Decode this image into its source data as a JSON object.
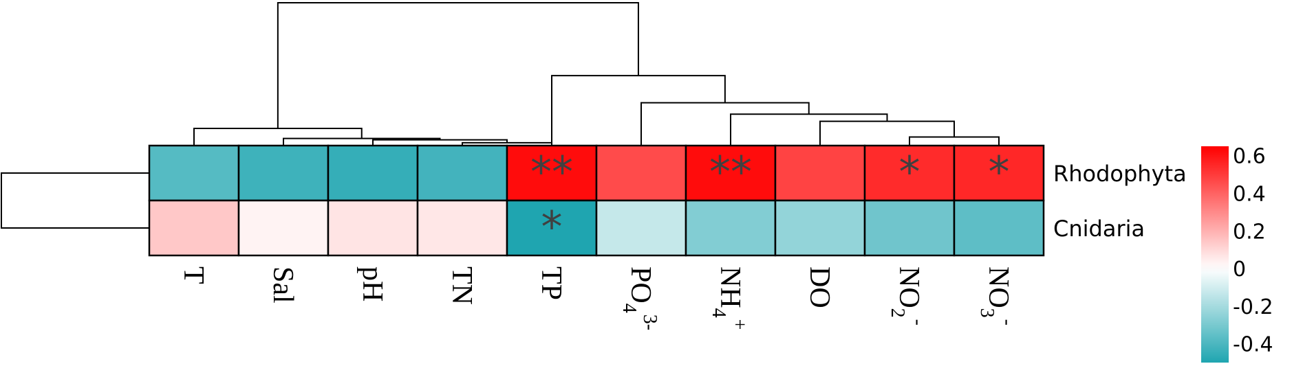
{
  "chart_data": {
    "type": "heatmap",
    "title": "",
    "rows": [
      "Rhodophyta",
      "Cnidaria"
    ],
    "columns": [
      {
        "main": "T",
        "sub": "",
        "sup": ""
      },
      {
        "main": "Sal",
        "sub": "",
        "sup": ""
      },
      {
        "main": "pH",
        "sub": "",
        "sup": ""
      },
      {
        "main": "TN",
        "sub": "",
        "sup": ""
      },
      {
        "main": "TP",
        "sub": "",
        "sup": ""
      },
      {
        "main": "PO",
        "sub": "4",
        "sup": "3-"
      },
      {
        "main": "NH",
        "sub": "4",
        "sup": "+"
      },
      {
        "main": "DO",
        "sub": "",
        "sup": ""
      },
      {
        "main": "NO",
        "sub": "2",
        "sup": "-"
      },
      {
        "main": "NO",
        "sub": "3",
        "sup": "-"
      }
    ],
    "values": [
      [
        -0.38,
        -0.43,
        -0.45,
        -0.42,
        0.62,
        0.46,
        0.62,
        0.48,
        0.54,
        0.55
      ],
      [
        0.14,
        0.03,
        0.07,
        0.06,
        -0.5,
        -0.13,
        -0.28,
        -0.24,
        -0.32,
        -0.36
      ]
    ],
    "significance": [
      [
        "",
        "",
        "",
        "",
        "**",
        "",
        "**",
        "",
        "*",
        "*"
      ],
      [
        "",
        "",
        "",
        "",
        "*",
        "",
        "",
        "",
        "",
        ""
      ]
    ],
    "colorbar": {
      "min": -0.5,
      "max": 0.65,
      "ticks": [
        0.6,
        0.4,
        0.2,
        0,
        -0.2,
        -0.4
      ],
      "tick_labels": [
        "0.6",
        "0.4",
        "0.2",
        "0",
        "-0.2",
        "-0.4"
      ],
      "low_color": "#1fa5b0",
      "mid_color": "#ffffff",
      "high_color": "#ff0000"
    },
    "column_dendrogram": [
      [
        3,
        4,
        0.02
      ],
      [
        2,
        10,
        0.04
      ],
      [
        1,
        11,
        0.05
      ],
      [
        0,
        12,
        0.12
      ],
      [
        8,
        9,
        0.06
      ],
      [
        7,
        14,
        0.17
      ],
      [
        6,
        15,
        0.22
      ],
      [
        5,
        16,
        0.3
      ],
      [
        4,
        17,
        0.49
      ],
      [
        13,
        18,
        1.0
      ]
    ],
    "row_dendrogram": [
      [
        0,
        1,
        1.0
      ]
    ]
  }
}
